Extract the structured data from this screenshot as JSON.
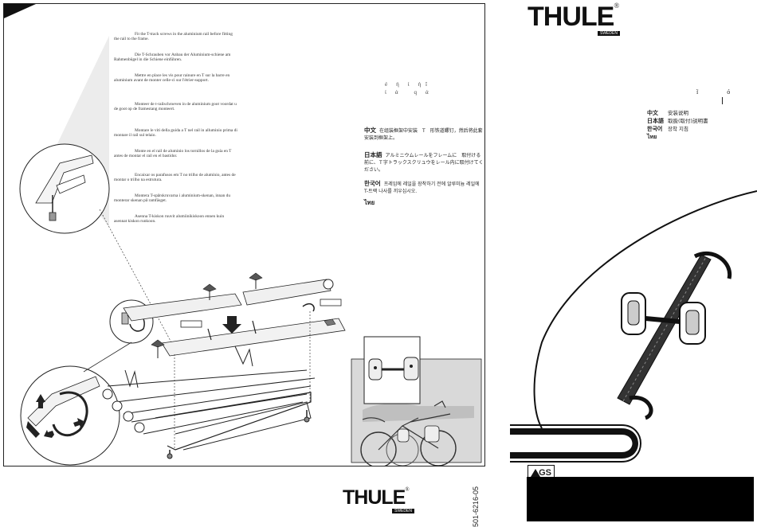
{
  "instructions": {
    "en": "Fit the T-track screws in the aluminium rail before fitting the rail to the frame.",
    "de": "Die T-Schrauben vor Anbau der Aluminium-schiene am Rahmenbügel in die Schiene einführen.",
    "fr": "Mettre en place les vis pour rainure en T sur la barre en aluminium avant de monter celle-ci sur l'étrier-support.",
    "nl": "Monteer de t-railschroeven in de aluminium goot voordat u de goot op de framestang monteert.",
    "it": "Montare le viti della guida a T nel rail in alluminio prima di montare il rail sul telaio.",
    "es": "Monte en el rail de aluminio los tornillos de la guía en T antes de montar el rail en el bastidor.",
    "pt": "Encaixar os parafusos em T no trilho de alumínio, antes de montar o trilho na estrutura.",
    "sv": "Montera T-spårskruvarna i aluminium-skenan, innan du monterar skenan på ramfäsget.",
    "fi": "Asenna T-kiskon ruuvit alumiinikiskoon ennen kuin asennat kiskon runkoon."
  },
  "cjk": {
    "zh_label": "中文",
    "zh_text": "在组装框架中安装　T　形铁道螺钉，然后将此套安装到框架上。",
    "ja_label": "日本語",
    "ja_text": "アルミニウムレールをフレームに　取付ける前に、Ｔ字トラックスクリュウをレール内に取付けてください。",
    "ko_label": "한국어",
    "ko_text": "프레임에 레일을 장착하기 전에 알루미늄 레일에 T-트랙 나사를 끼우십시오.",
    "th_label": "ไทย",
    "faded_line1": "é　ή　ί　ή ĩ",
    "faded_line2": "ί　ά　　q　ά"
  },
  "brand": {
    "name": "THULE",
    "registered": "®",
    "tagline": "SWEDEN"
  },
  "languages": [
    {
      "label": "中文",
      "text": "安装说明"
    },
    {
      "label": "日本語",
      "text": "取扱(取付)説明書"
    },
    {
      "label": "한국어",
      "text": "장착 지침"
    },
    {
      "label": "ไทย",
      "text": ""
    }
  ],
  "right_faded": "ĩ　　　ó",
  "part_number": "501-6216-05",
  "certification": "GS",
  "colors": {
    "ink": "#111111",
    "panel": "#ffffff",
    "photo_bg": "#d9d9d9"
  }
}
